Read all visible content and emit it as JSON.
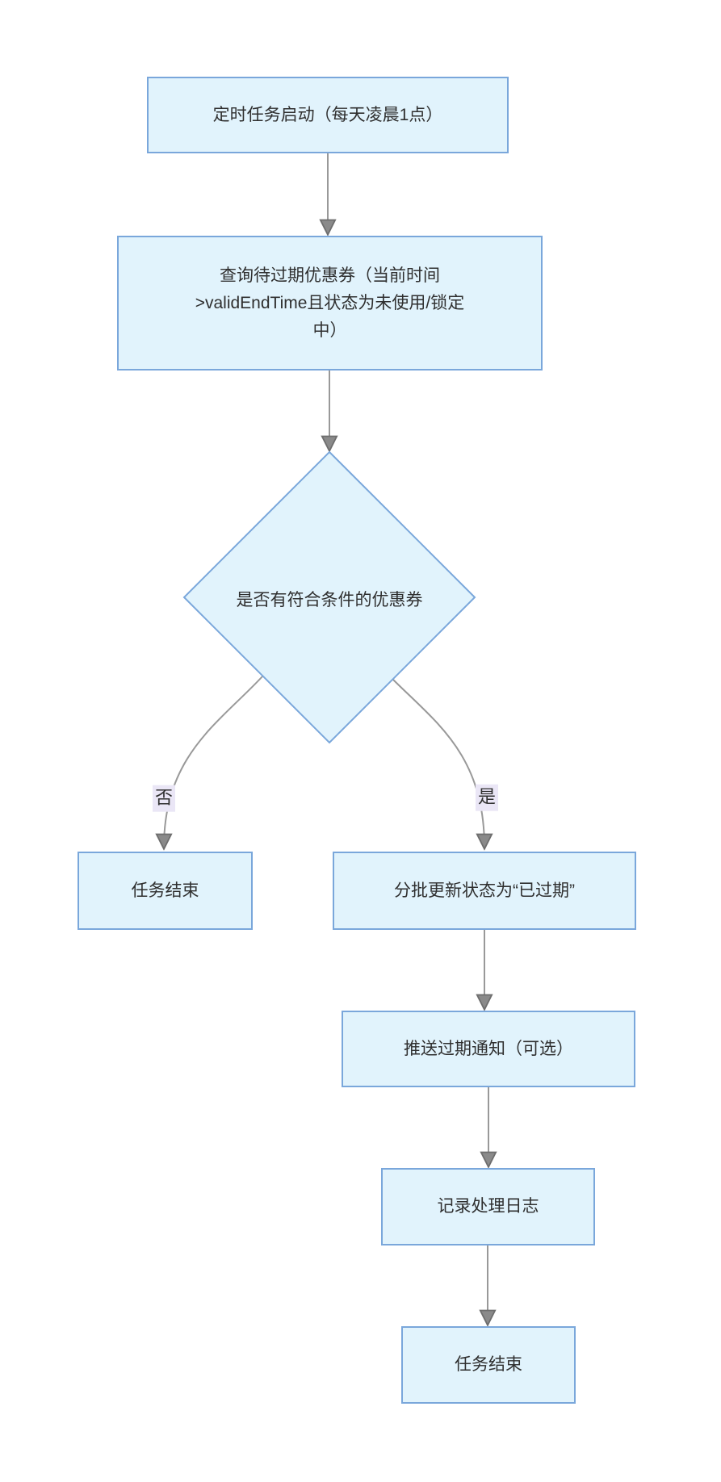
{
  "diagram": {
    "type": "flowchart",
    "direction": "top-down",
    "colors": {
      "node_fill": "#E1F3FC",
      "node_border": "#7AA7DB",
      "node_text": "#2F2F2F",
      "edge_line": "#999999",
      "arrowhead": "#8A8A8A",
      "edge_label_bg": "#EAE6F6",
      "background": "#FFFFFF"
    },
    "nodes": [
      {
        "id": "start",
        "shape": "rect",
        "label": "定时任务启动（每天凌晨1点）"
      },
      {
        "id": "query",
        "shape": "rect",
        "label": "查询待过期优惠券（当前时间>validEndTime且状态为未使用/锁定中）",
        "lines": [
          "查询待过期优惠券（当前时间",
          ">validEndTime且状态为未使用/锁定",
          "中）"
        ]
      },
      {
        "id": "decision",
        "shape": "diamond",
        "label": "是否有符合条件的优惠券"
      },
      {
        "id": "end_left",
        "shape": "rect",
        "label": "任务结束"
      },
      {
        "id": "update",
        "shape": "rect",
        "label": "分批更新状态为“已过期”"
      },
      {
        "id": "notify",
        "shape": "rect",
        "label": "推送过期通知（可选）"
      },
      {
        "id": "log",
        "shape": "rect",
        "label": "记录处理日志"
      },
      {
        "id": "end_right",
        "shape": "rect",
        "label": "任务结束"
      }
    ],
    "edges": [
      {
        "from": "start",
        "to": "query",
        "label": ""
      },
      {
        "from": "query",
        "to": "decision",
        "label": ""
      },
      {
        "from": "decision",
        "to": "end_left",
        "label": "否"
      },
      {
        "from": "decision",
        "to": "update",
        "label": "是"
      },
      {
        "from": "update",
        "to": "notify",
        "label": ""
      },
      {
        "from": "notify",
        "to": "log",
        "label": ""
      },
      {
        "from": "log",
        "to": "end_right",
        "label": ""
      }
    ]
  }
}
